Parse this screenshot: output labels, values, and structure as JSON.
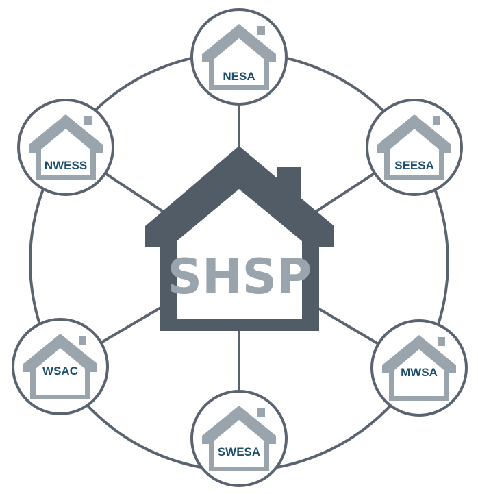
{
  "center": {
    "label": "SHSP"
  },
  "nodes": [
    {
      "id": "nesa",
      "label": "NESA"
    },
    {
      "id": "nwess",
      "label": "NWESS"
    },
    {
      "id": "seesa",
      "label": "SEESA"
    },
    {
      "id": "wsac",
      "label": "WSAC"
    },
    {
      "id": "mwsa",
      "label": "MWSA"
    },
    {
      "id": "swesa",
      "label": "SWESA"
    }
  ],
  "colors": {
    "ring": "#5a6470",
    "center_house": "#525c67",
    "small_house": "#9aa4ad",
    "node_text": "#1d4f6f",
    "center_text": "#9aa4ad"
  }
}
